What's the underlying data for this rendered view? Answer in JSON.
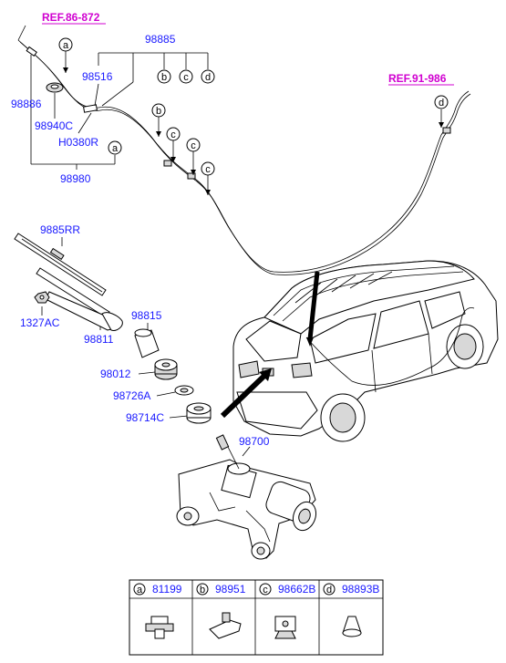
{
  "refs": {
    "left": "REF.86-872",
    "right": "REF.91-986"
  },
  "labels": {
    "p98885": "98885",
    "p98516": "98516",
    "p98886": "98886",
    "p98940C": "98940C",
    "pH0380R": "H0380R",
    "p98980": "98980",
    "p9885RR": "9885RR",
    "p1327AC": "1327AC",
    "p98815": "98815",
    "p98811": "98811",
    "p98012": "98012",
    "p98726A": "98726A",
    "p98714C": "98714C",
    "p98700": "98700"
  },
  "callouts": {
    "a": "a",
    "b": "b",
    "c": "c",
    "d": "d"
  },
  "legend": [
    {
      "letter": "a",
      "part": "81199"
    },
    {
      "letter": "b",
      "part": "98951"
    },
    {
      "letter": "c",
      "part": "98662B"
    },
    {
      "letter": "d",
      "part": "98893B"
    }
  ],
  "colors": {
    "label": "#1a1aff",
    "reference": "#d000d0"
  }
}
